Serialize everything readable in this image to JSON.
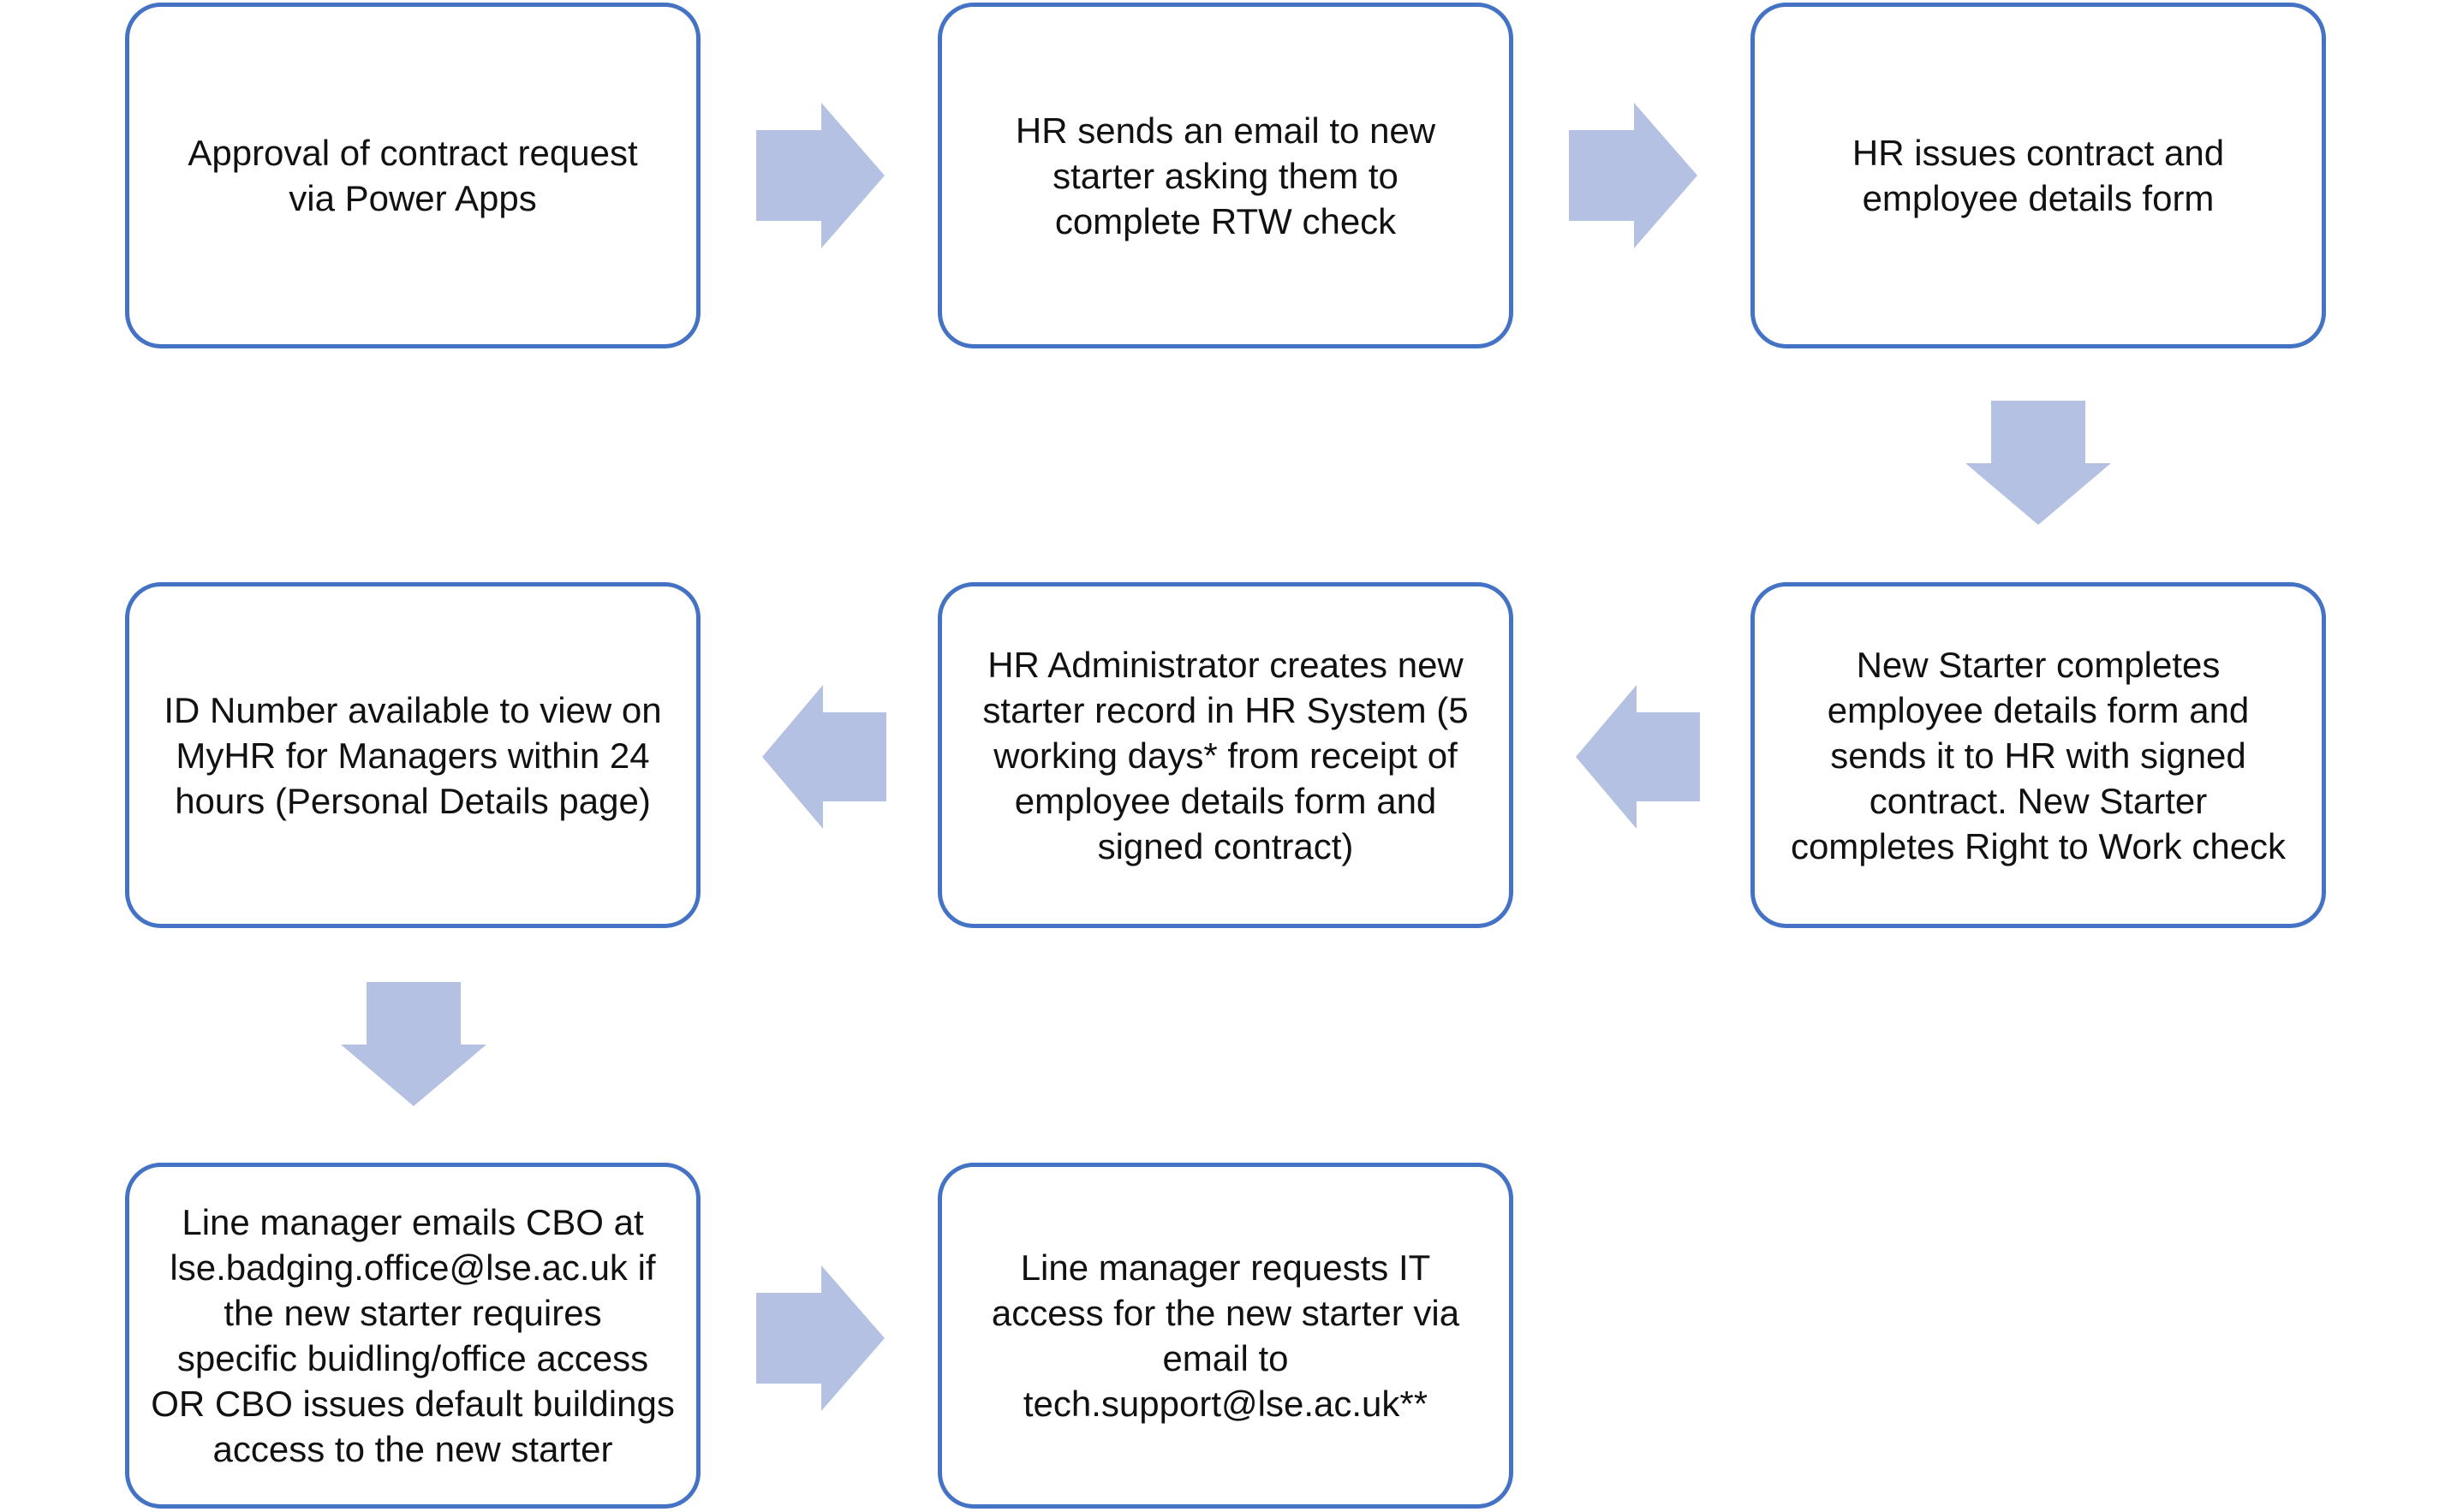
{
  "colors": {
    "box_border": "#4472c4",
    "arrow_fill": "#b4c1e2",
    "text": "#111111",
    "background": "#ffffff"
  },
  "steps": [
    {
      "text": "Approval of contract request\nvia Power Apps"
    },
    {
      "text": "HR sends an email to new\nstarter asking them to\ncomplete RTW check"
    },
    {
      "text": "HR issues contract and\nemployee details form"
    },
    {
      "text": "New Starter completes\nemployee details form and\nsends it to HR with signed\ncontract.  New Starter\ncompletes Right to Work check"
    },
    {
      "text": "HR Administrator creates new\nstarter record in HR System (5\nworking days* from receipt of\nemployee details form and\nsigned contract)"
    },
    {
      "text": "ID Number available to view on\nMyHR for Managers within 24\nhours (Personal Details page)"
    },
    {
      "text": "Line manager emails CBO at\nlse.badging.office@lse.ac.uk if\nthe new starter requires\nspecific buidling/office access\nOR CBO issues default buildings\naccess to the new starter"
    },
    {
      "text": "Line manager requests IT\naccess for the new starter via\nemail to\ntech.support@lse.ac.uk**"
    }
  ],
  "arrows": [
    {
      "direction": "right"
    },
    {
      "direction": "right"
    },
    {
      "direction": "down"
    },
    {
      "direction": "left"
    },
    {
      "direction": "left"
    },
    {
      "direction": "down"
    },
    {
      "direction": "right"
    }
  ]
}
